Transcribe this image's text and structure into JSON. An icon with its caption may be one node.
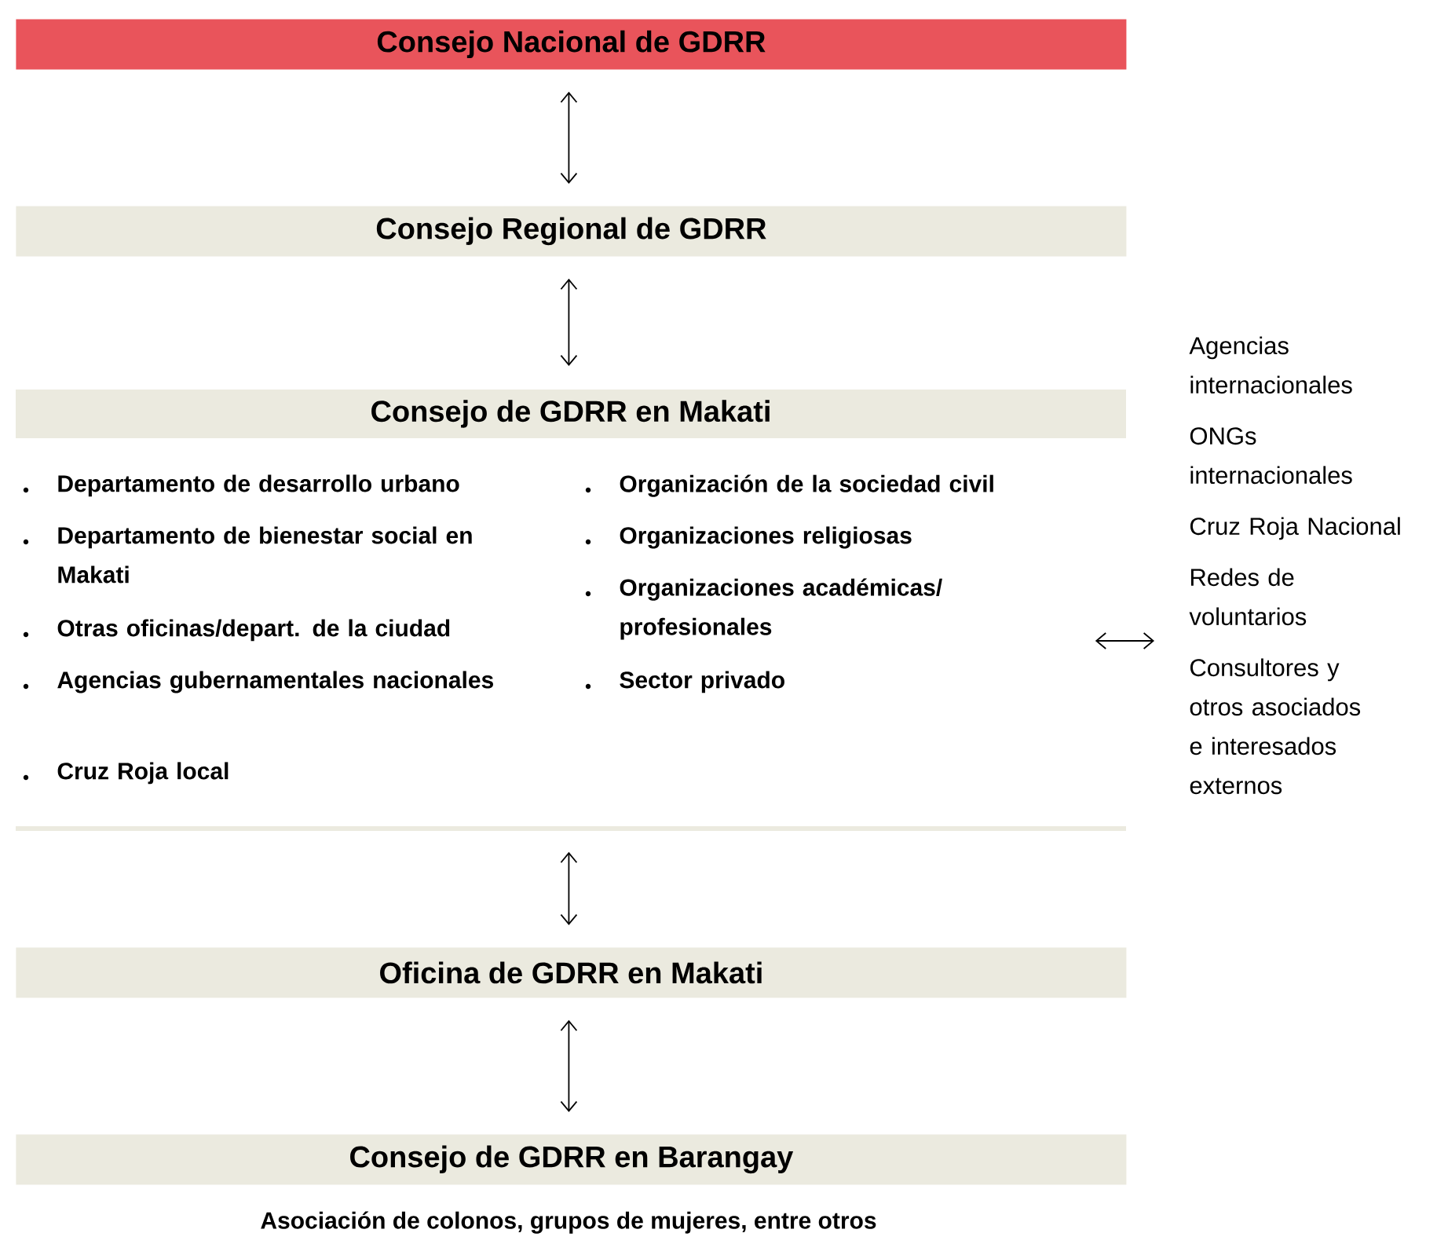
{
  "diagram": {
    "nodes": [
      {
        "text": [
          "Consejo Nacional de GDRR"
        ]
      },
      {
        "text": [
          "Consejo Regional de GDRR"
        ]
      },
      {
        "text": [
          "Consejo de GDRR en Makati",
          "Departamento de desarrollo urbano",
          "Departamento de bienestar social en Makati",
          "Otras oficinas/depart. de la ciudad",
          "Agencias gubernamentales nacionales",
          "Cruz Roja local",
          "Organización de la sociedad civil",
          "Organizaciones religiosas",
          "Organizaciones académicas/ profesionales",
          "Sector privado"
        ]
      },
      {
        "text": [
          "Oficina de GDRR en Makati"
        ]
      },
      {
        "text": [
          "Consejo de GDRR en Barangay"
        ],
        "beside": [
          "Asociación de colonos, grupos de mujeres, entre otros"
        ]
      },
      {
        "text": [
          "Agencias internacionales",
          "ONGs internacionales",
          "Cruz Roja Nacional",
          "Redes de voluntarios",
          "Consultores y otros asociados e interesados externos"
        ]
      }
    ],
    "edges": [
      {
        "from": 0,
        "to": 1,
        "arrow": "both"
      },
      {
        "from": 1,
        "to": 2,
        "arrow": "both"
      },
      {
        "from": 2,
        "to": 3,
        "arrow": "both"
      },
      {
        "from": 3,
        "to": 4,
        "arrow": "both"
      },
      {
        "from": 2,
        "to": 5,
        "arrow": "both"
      }
    ]
  }
}
